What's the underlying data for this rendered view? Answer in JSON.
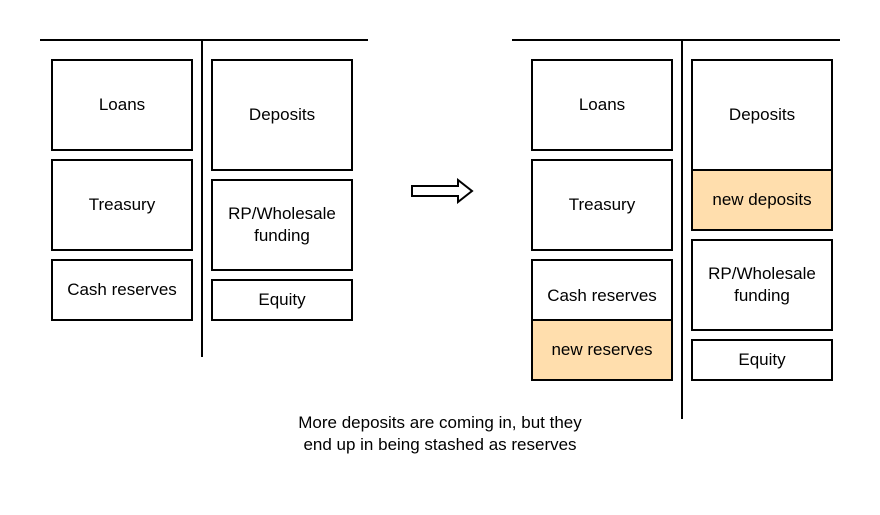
{
  "before": {
    "assets": [
      "Loans",
      "Treasury",
      "Cash reserves"
    ],
    "liabilities": [
      "Deposits",
      "RP/Wholesale funding",
      "Equity"
    ]
  },
  "after": {
    "assets": [
      "Loans",
      "Treasury",
      "Cash reserves",
      "new reserves"
    ],
    "liabilities": [
      "Deposits",
      "new deposits",
      "RP/Wholesale funding",
      "Equity"
    ]
  },
  "caption": {
    "line1": "More deposits are coming in, but they",
    "line2": "end up in being stashed as reserves"
  },
  "colors": {
    "highlight": "#ffdead",
    "stroke": "#000000"
  }
}
